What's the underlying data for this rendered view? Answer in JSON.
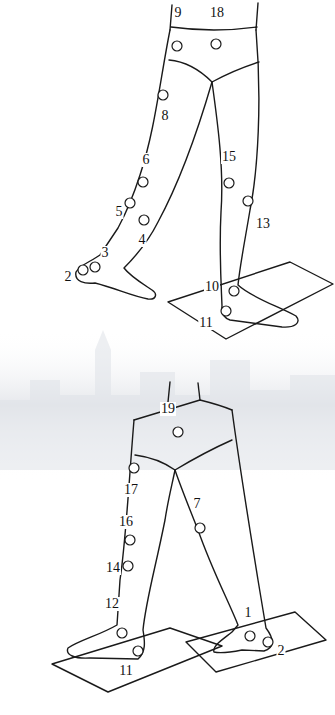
{
  "diagram": {
    "labels": [
      "9",
      "18",
      "8",
      "6",
      "15",
      "5",
      "13",
      "4",
      "3",
      "2",
      "10",
      "11",
      "19",
      "17",
      "7",
      "16",
      "14",
      "12",
      "1",
      "2",
      "11"
    ]
  }
}
